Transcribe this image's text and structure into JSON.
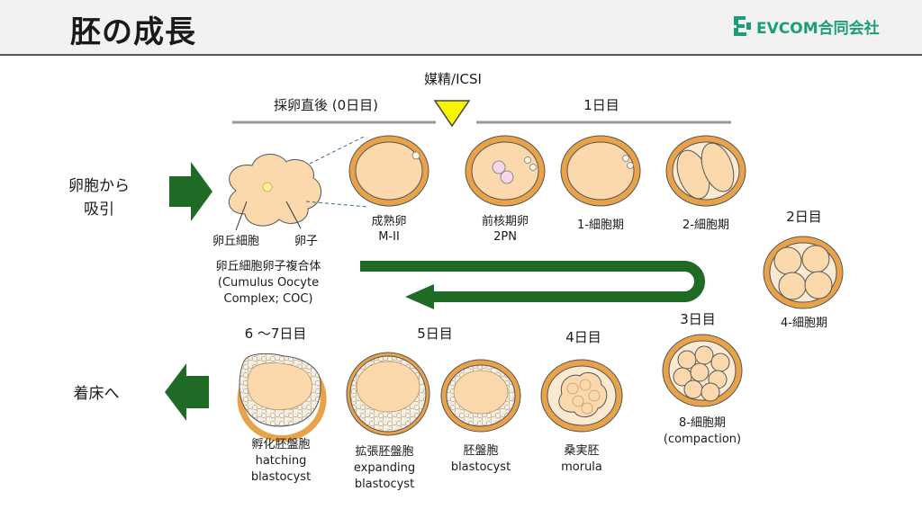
{
  "header": {
    "title": "胚の成長",
    "logo_text": "EVCOM合同会社"
  },
  "colors": {
    "brand": "#1a9e77",
    "arrow_green": "#1f6b25",
    "shell_orange": "#e8a24a",
    "cell_fill": "#fbd9ad",
    "marker_yellow": "#f5f500"
  },
  "timeline": {
    "fertilization": "媒精/ICSI",
    "day0": "採卵直後 (0日目)",
    "day1": "1日目",
    "day2": "2日目",
    "day3": "3日目",
    "day4": "4日目",
    "day5": "5日目",
    "day67": "6 ～7日目"
  },
  "sides": {
    "retrieval": [
      "卵胞から",
      "吸引"
    ],
    "implantation": "着床へ"
  },
  "coc": {
    "cumulus_label": "卵丘細胞",
    "oocyte_label": "卵子",
    "complex_label": [
      "卵丘細胞卵子複合体",
      "(Cumulus Oocyte",
      "Complex; COC)"
    ]
  },
  "stages": {
    "mature": [
      "成熟卵",
      "M-II"
    ],
    "pronuclear": [
      "前核期卵",
      "2PN"
    ],
    "one_cell": "1-細胞期",
    "two_cell": "2-細胞期",
    "four_cell": "4-細胞期",
    "eight_cell": [
      "8-細胞期",
      "(compaction)"
    ],
    "morula": [
      "桑実胚",
      "morula"
    ],
    "blastocyst": [
      "胚盤胞",
      "blastocyst"
    ],
    "expanding": [
      "拡張胚盤胞",
      "expanding",
      "blastocyst"
    ],
    "hatching": [
      "孵化胚盤胞",
      "hatching",
      "blastocyst"
    ]
  }
}
